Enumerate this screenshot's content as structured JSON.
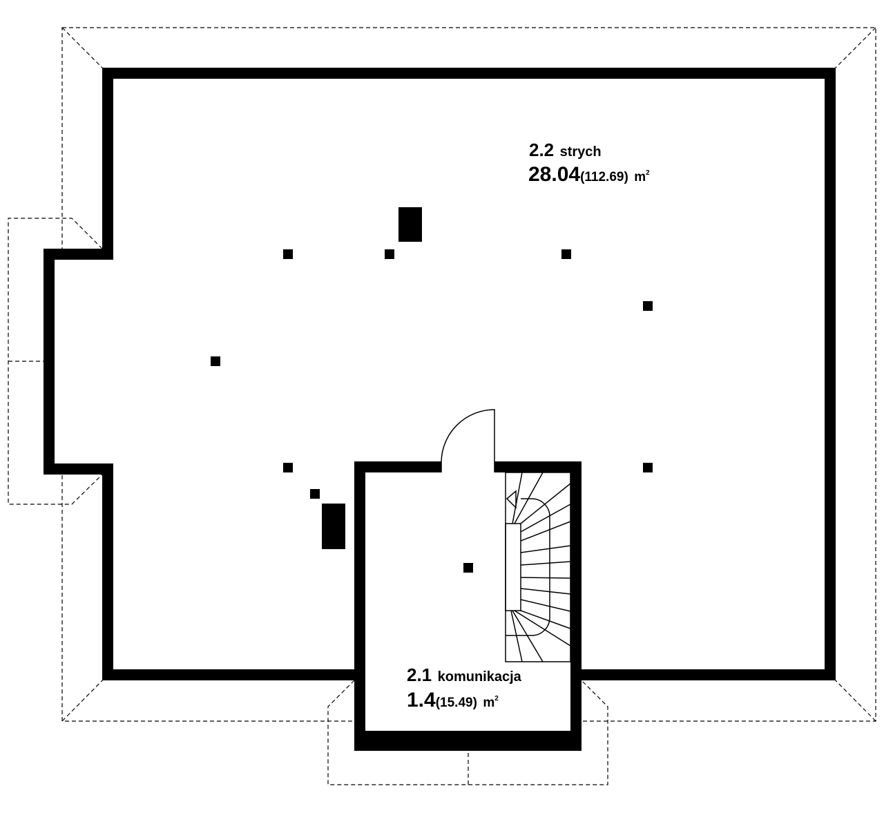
{
  "rooms": [
    {
      "number": "2.2",
      "name": "strych",
      "area": "28.04",
      "area_total": "(112.69)",
      "unit": "m",
      "unit_sup": "2"
    },
    {
      "number": "2.1",
      "name": "komunikacja",
      "area": "1.4",
      "area_total": "(15.49)",
      "unit": "m",
      "unit_sup": "2"
    }
  ],
  "colors": {
    "walls": "#000000",
    "background": "#ffffff"
  }
}
